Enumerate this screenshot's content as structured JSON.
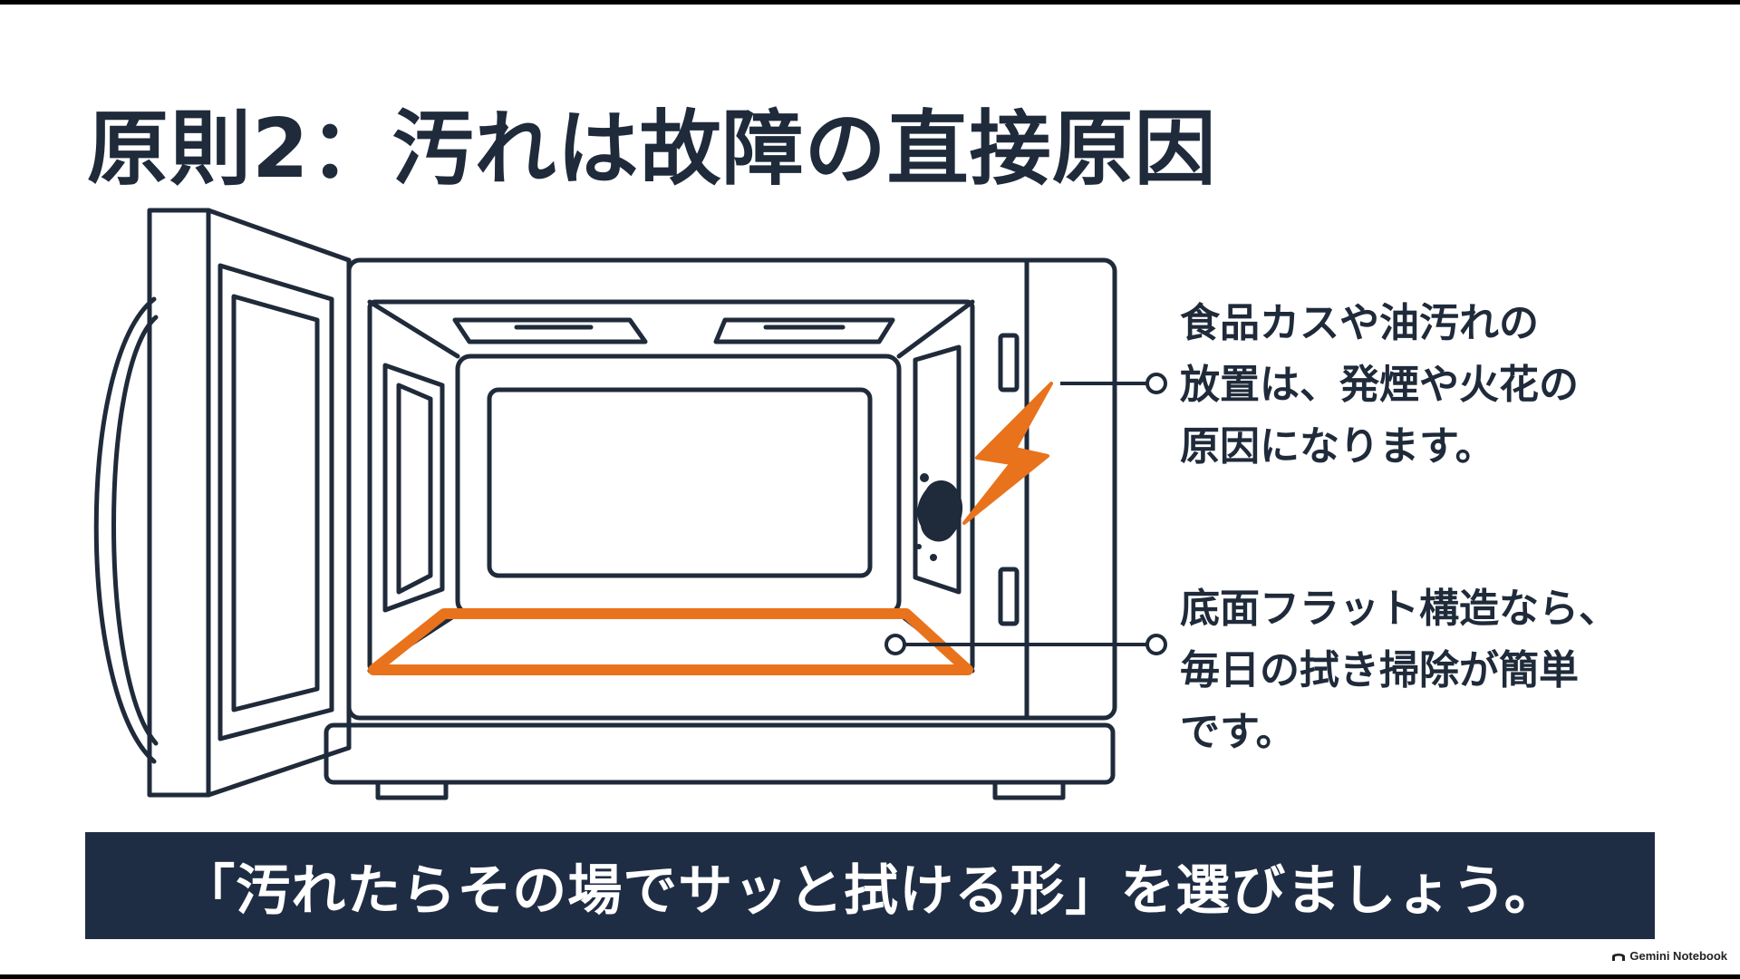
{
  "title": "原則2：汚れは故障の直接原因",
  "callouts": [
    {
      "lines": [
        "食品カスや油汚れの",
        "放置は、発煙や火花の",
        "原因になります。"
      ]
    },
    {
      "lines": [
        "底面フラット構造なら、",
        "毎日の拭き掃除が簡単",
        "です。"
      ]
    }
  ],
  "banner": {
    "text": "「汚れたらその場でサッと拭ける形」を選びましょう。"
  },
  "brand": {
    "text": "Gemini Notebook"
  },
  "colors": {
    "ink": "#1f2a3a",
    "accent": "#e8731c",
    "banner_bg": "#1f2d44",
    "background": "#ffffff"
  }
}
